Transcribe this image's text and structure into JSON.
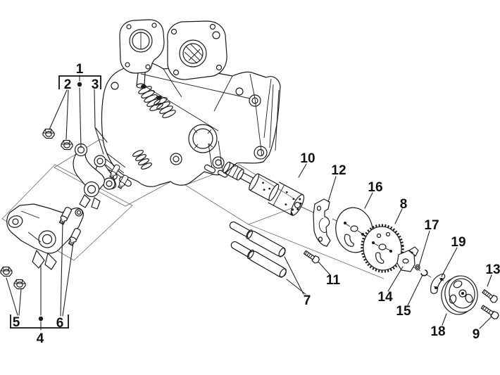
{
  "figure": {
    "type": "exploded-parts-diagram",
    "subject": "cylinder head with rocker arms, camshaft, timing sprocket and pulley",
    "background_color": "#ffffff",
    "line_color": "#1a1a1a"
  },
  "callouts": [
    {
      "num": "1"
    },
    {
      "num": "2"
    },
    {
      "num": "3"
    },
    {
      "num": "4"
    },
    {
      "num": "5"
    },
    {
      "num": "6"
    },
    {
      "num": "7"
    },
    {
      "num": "8"
    },
    {
      "num": "9"
    },
    {
      "num": "10"
    },
    {
      "num": "11"
    },
    {
      "num": "12"
    },
    {
      "num": "13"
    },
    {
      "num": "14"
    },
    {
      "num": "15"
    },
    {
      "num": "16"
    },
    {
      "num": "17"
    },
    {
      "num": "18"
    },
    {
      "num": "19"
    }
  ],
  "bracket_groups": [
    {
      "parent": "1",
      "children": [
        "2",
        "3"
      ],
      "style": "bracket-with-bullet"
    },
    {
      "parent": "4",
      "children": [
        "5",
        "6"
      ],
      "style": "bracket-with-bullet"
    }
  ]
}
